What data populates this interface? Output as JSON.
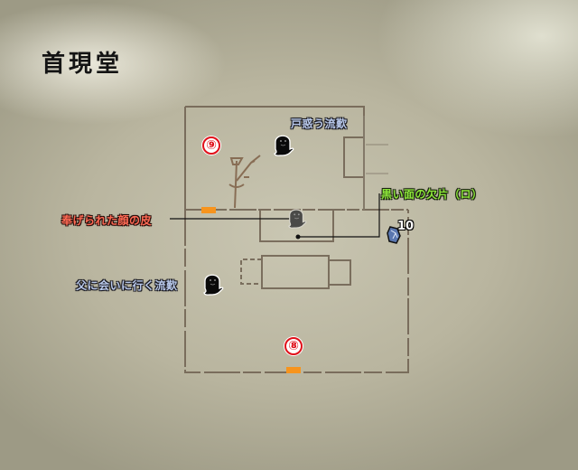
{
  "map": {
    "title": "首現堂",
    "rooms": [
      "upper-room",
      "lower-room"
    ],
    "markers": [
      {
        "id": "9",
        "label": "⑨",
        "color": "#e0101a"
      },
      {
        "id": "8",
        "label": "⑧",
        "color": "#e0101a"
      }
    ],
    "labels": {
      "npc_upper": "戸惑う流歎",
      "npc_lower": "父に会いに行く流歎",
      "item_green": "黒い面の欠片（ロ）",
      "item_red": "奉げられた顔の皮"
    },
    "item_number": "10",
    "colors": {
      "door": "#f7941d",
      "marker": "#e0101a",
      "label_npc": "#b8c8ea",
      "label_item_green": "#8ce63a",
      "label_item_red": "#ff6a55",
      "wall": "#6e6050"
    }
  }
}
